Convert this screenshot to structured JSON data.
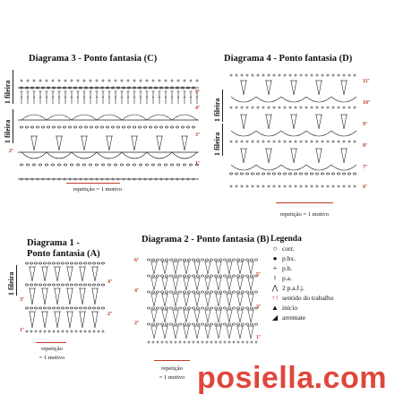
{
  "diagram3": {
    "title": "Diagrama 3 - Ponto fantasia (C)",
    "rows_label": "1 fileira",
    "rows_label2": "1 fileira",
    "row_numbers": [
      "5ª",
      "4ª",
      "3ª",
      "2ª",
      "1ª"
    ],
    "repeat_label": "repetição = 1 motivo"
  },
  "diagram4": {
    "title": "Diagrama 4 - Ponto fantasia (D)",
    "rows_label": "1 fileira",
    "rows_label2": "1 fileira",
    "row_numbers": [
      "11ª",
      "10ª",
      "9ª",
      "8ª",
      "7ª",
      "6ª"
    ],
    "repeat_label": "repetição = 1 motivo"
  },
  "diagram1": {
    "title_line1": "Diagrama 1 -",
    "title_line2": "Ponto fantasia (A)",
    "rows_label": "1 fileira",
    "row_numbers": [
      "4ª",
      "3ª",
      "2ª",
      "1ª"
    ],
    "repeat_line1": "repetição",
    "repeat_line2": "= 1 motivo"
  },
  "diagram2": {
    "title": "Diagrama 2 - Ponto fantasia (B)",
    "row_numbers": [
      "6ª",
      "5ª",
      "4ª",
      "3ª",
      "2ª",
      "1ª"
    ],
    "repeat_line1": "repetição",
    "repeat_line2": "= 1 motivo"
  },
  "legend": {
    "title": "Legenda",
    "items": [
      {
        "symbol": "○",
        "label": "corr."
      },
      {
        "symbol": "●",
        "label": "p.bx."
      },
      {
        "symbol": "+",
        "label": "p.b."
      },
      {
        "symbol": "ǂ",
        "label": "p.a."
      },
      {
        "symbol": "⋀",
        "label": "2 p.a.f.j."
      },
      {
        "symbol": "↑↑",
        "label": "sentido do trabalho",
        "red": true
      },
      {
        "symbol": "▲",
        "label": "início"
      },
      {
        "symbol": "◢",
        "label": "arremate"
      }
    ]
  },
  "watermark": "posiella.com",
  "colors": {
    "accent": "#d0463b",
    "ink": "#111111"
  }
}
